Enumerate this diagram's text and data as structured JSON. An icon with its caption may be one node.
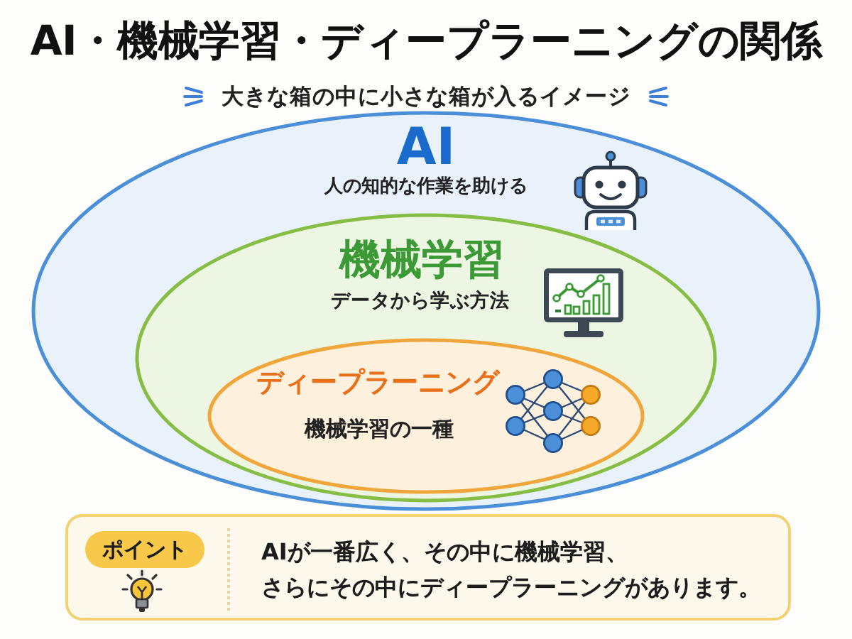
{
  "diagram": {
    "title": "AI・機械学習・ディープラーニングの関係",
    "nodes": [
      {
        "text": [
          "AI",
          "人の知的な作業を助ける"
        ]
      },
      {
        "text": [
          "機械学習",
          "データから学ぶ方法"
        ],
        "in": 0
      },
      {
        "text": [
          "ディープラーニング",
          "機械学習の一種"
        ],
        "in": 1
      },
      {
        "text": [
          "AIが一番広く、その中に機械学習、さらにその中にディープラーニングがあります。"
        ]
      },
      {
        "text": [
          "ポイント"
        ],
        "in": 3
      }
    ],
    "labels": [
      "大きな箱の中に小さな箱が入るイメージ"
    ]
  }
}
